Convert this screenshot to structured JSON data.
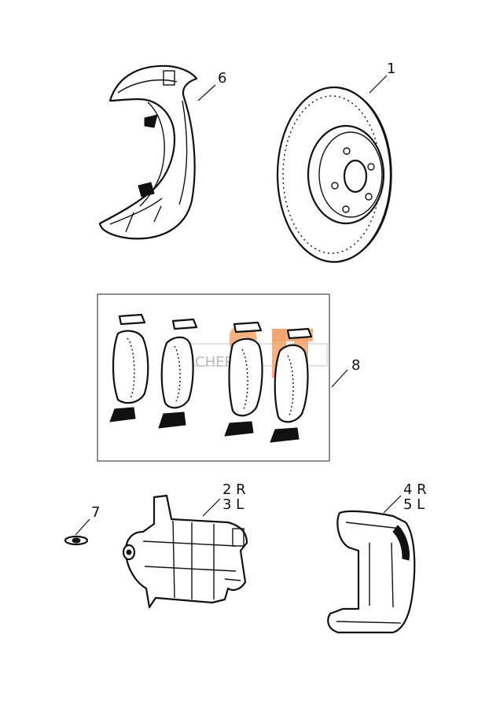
{
  "callouts": {
    "rotor": "1",
    "caliper_right": "2 R",
    "caliper_left": "3 L",
    "bracket_right": "4 R",
    "bracket_left": "5 L",
    "dust_shield": "6",
    "bleeder_screw": "7",
    "pad_kit": "8"
  },
  "watermark": {
    "text": "CHERY",
    "accent_color": "#f4a36b"
  },
  "colors": {
    "line": "#111111",
    "background": "#ffffff"
  }
}
